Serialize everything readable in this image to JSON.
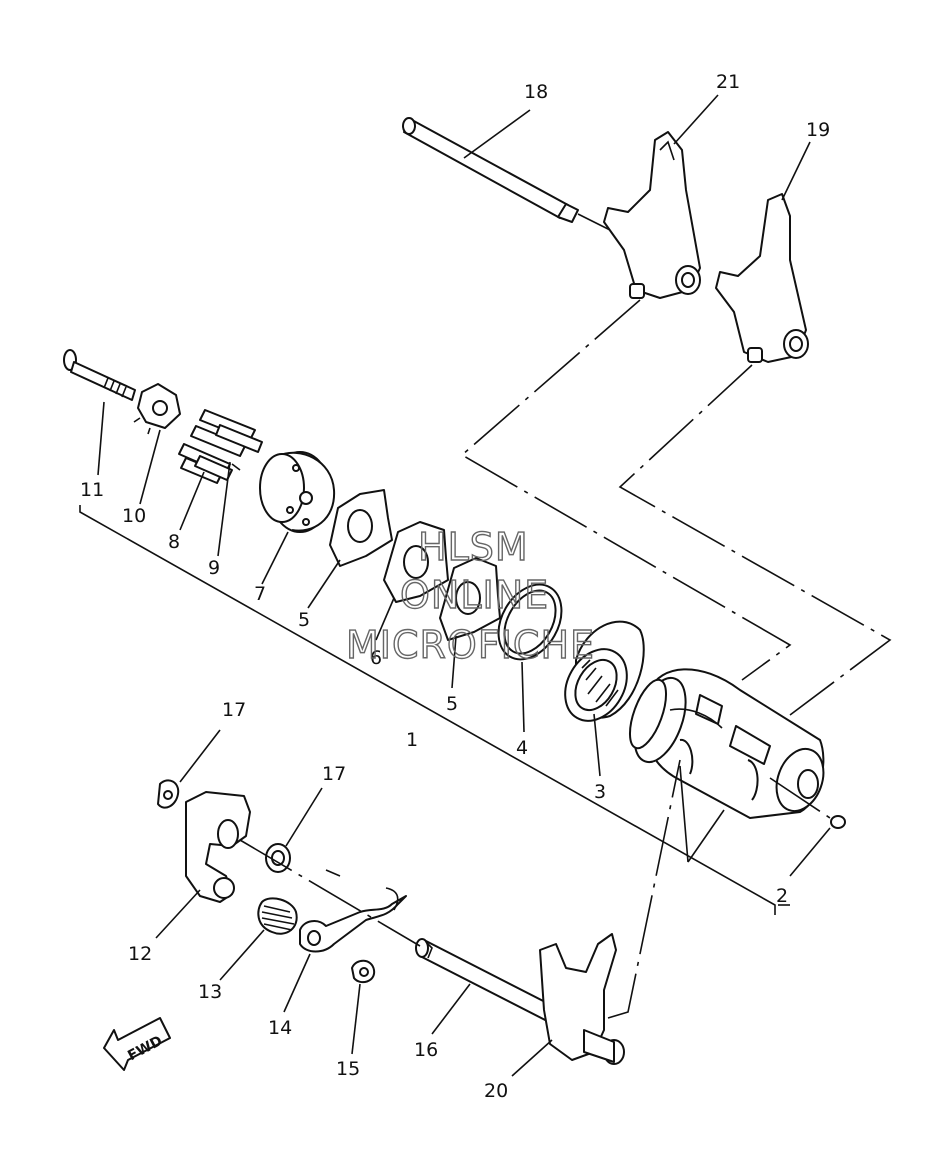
{
  "diagram": {
    "callouts": [
      {
        "id": "1",
        "label": "1"
      },
      {
        "id": "2",
        "label": "2"
      },
      {
        "id": "3",
        "label": "3"
      },
      {
        "id": "4",
        "label": "4"
      },
      {
        "id": "5a",
        "label": "5"
      },
      {
        "id": "5b",
        "label": "5"
      },
      {
        "id": "6",
        "label": "6"
      },
      {
        "id": "7",
        "label": "7"
      },
      {
        "id": "8",
        "label": "8"
      },
      {
        "id": "9",
        "label": "9"
      },
      {
        "id": "10",
        "label": "10"
      },
      {
        "id": "11",
        "label": "11"
      },
      {
        "id": "12",
        "label": "12"
      },
      {
        "id": "13",
        "label": "13"
      },
      {
        "id": "14",
        "label": "14"
      },
      {
        "id": "15",
        "label": "15"
      },
      {
        "id": "16",
        "label": "16"
      },
      {
        "id": "17a",
        "label": "17"
      },
      {
        "id": "17b",
        "label": "17"
      },
      {
        "id": "18",
        "label": "18"
      },
      {
        "id": "19",
        "label": "19"
      },
      {
        "id": "20",
        "label": "20"
      },
      {
        "id": "21",
        "label": "21"
      }
    ],
    "direction_marker": "FWD",
    "watermark": [
      "HLSM",
      "ONLINE",
      "MICROFICHE"
    ]
  }
}
